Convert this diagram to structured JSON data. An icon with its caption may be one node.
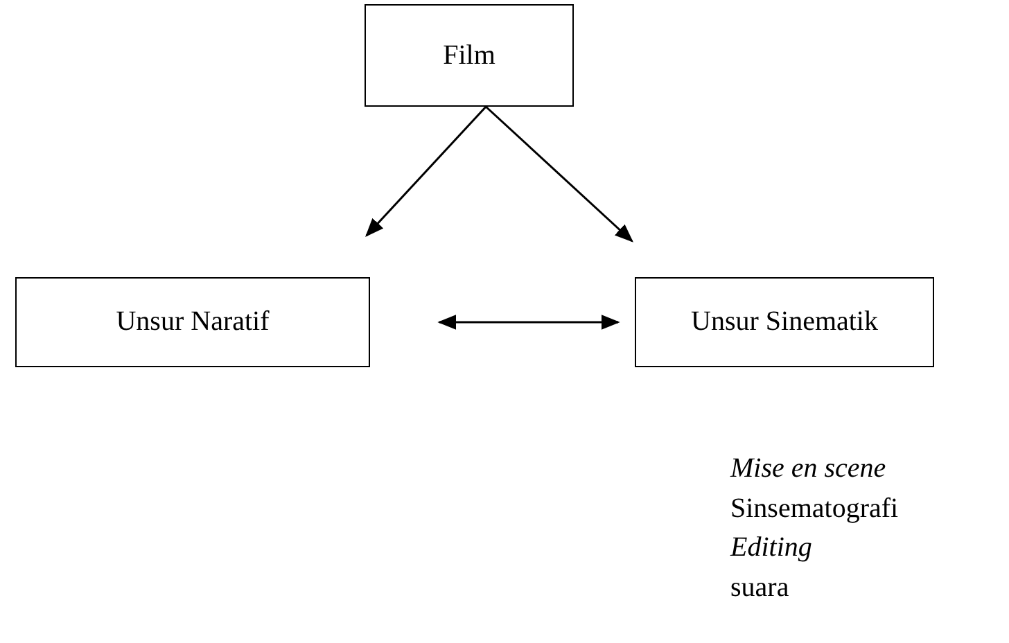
{
  "diagram": {
    "nodes": [
      {
        "text": [
          "Film"
        ]
      },
      {
        "text": [
          "Unsur Naratif"
        ]
      },
      {
        "text": [
          "Unsur Sinematik"
        ]
      }
    ],
    "edges": [
      {
        "from": 0,
        "to": 1,
        "arrow": "to"
      },
      {
        "from": 0,
        "to": 2,
        "arrow": "to"
      },
      {
        "from": 1,
        "to": 2,
        "arrow": "both"
      }
    ],
    "labels": [
      "Mise en scene",
      "Sinsematografi",
      "Editing",
      "suara"
    ]
  }
}
